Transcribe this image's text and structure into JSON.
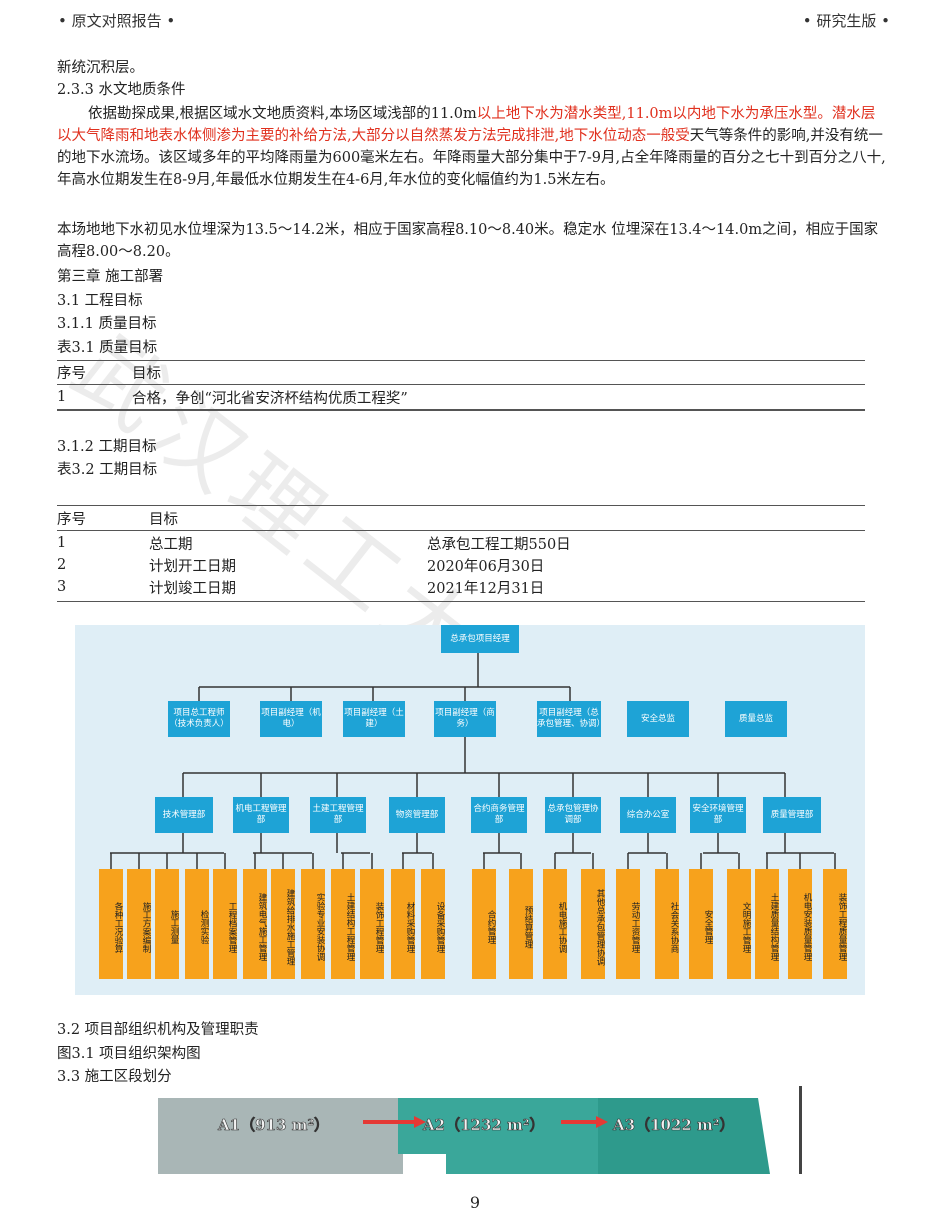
{
  "header": {
    "left": "• 原文对照报告 •",
    "right": "• 研究生版 •"
  },
  "lines": {
    "l1": "新统沉积层。",
    "l2": "2.3.3  水文地质条件",
    "p1_plain_a": "依据勘探成果,根据区域水文地质资料,本场区域浅部的11.0m",
    "p1_red": "以上地下水为潜水类型,11.0m以内地下水为承压水型。潜水层以大气降雨和地表水体侧渗为主要的补给方法,大部分以自然蒸发方法完成排泄,地下水位动态一般受",
    "p1_plain_b": "天气等条件的影响,并没有统一的地下水流场。该区域多年的平均降雨量为600毫米左右。年降雨量大部分集中于7-9月,占全年降雨量的百分之七十到百分之八十,年高水位期发生在8-9月,年最低水位期发生在4-6月,年水位的变化幅值约为1.5米左右。",
    "p2": "本场地地下水初见水位埋深为13.5～14.2米，相应于国家高程8.10～8.40米。稳定水 位埋深在13.4～14.0m之间，相应于国家高程8.00～8.20。",
    "ch3": "第三章  施工部署",
    "s31": "3.1  工程目标",
    "s311": "3.1.1  质量目标",
    "tab31": "表3.1  质量目标",
    "s312": "3.1.2  工期目标",
    "tab32": "表3.2  工期目标",
    "s32": "3.2  项目部组织机构及管理职责",
    "fig31": "图3.1  项目组织架构图",
    "s33": "3.3  施工区段划分"
  },
  "table1": {
    "headers": [
      "序号",
      "目标"
    ],
    "rows": [
      [
        "1",
        "合格，争创“河北省安济杯结构优质工程奖”"
      ]
    ]
  },
  "table2": {
    "headers": [
      "序号",
      "目标",
      ""
    ],
    "rows": [
      [
        "1",
        "总工期",
        "总承包工程工期550日"
      ],
      [
        "2",
        "计划开工日期",
        "2020年06月30日"
      ],
      [
        "3",
        "计划竣工日期",
        "2021年12月31日"
      ]
    ]
  },
  "org": {
    "top": "总承包项目经理",
    "level2": [
      "项目总工程师（技术负责人）",
      "项目副经理（机电）",
      "项目副经理（土建）",
      "项目副经理（商务）",
      "项目副经理（总承包管理、协调）",
      "安全总监",
      "质量总监"
    ],
    "level3": [
      "技术管理部",
      "机电工程管理部",
      "土建工程管理部",
      "物资管理部",
      "合约商务管理部",
      "总承包管理协调部",
      "综合办公室",
      "安全环境管理部",
      "质量管理部"
    ],
    "level4": [
      "各种工况验算",
      "施工方案编制",
      "施工测量",
      "检测实验",
      "工程档案管理",
      "建筑电气施工管理",
      "建筑给排水施工管理",
      "实验专业安装协调",
      "土建结构工程管理",
      "装饰工程管理",
      "材料采购管理",
      "设备采购管理",
      "合约管理",
      "预结算管理",
      "机电施工协调",
      "其他总承包管理协调",
      "劳动工资管理",
      "社会关系协商",
      "安全管理",
      "文明施工管理",
      "土建质量结构管理",
      "机电安装质量管理",
      "装饰工程质量管理"
    ]
  },
  "map": {
    "a1": "A1（913 m²）",
    "a2": "A2（1232 m²）",
    "a3": "A3（1022 m²）"
  },
  "watermark": "武汉理工大学",
  "page_number": "9",
  "colors": {
    "red_text": "#e0301e",
    "org_blue": "#1ea3d6",
    "org_orange": "#f7a21c",
    "map_grey": "#a9b6b6",
    "map_teal": "#3aa79a"
  }
}
